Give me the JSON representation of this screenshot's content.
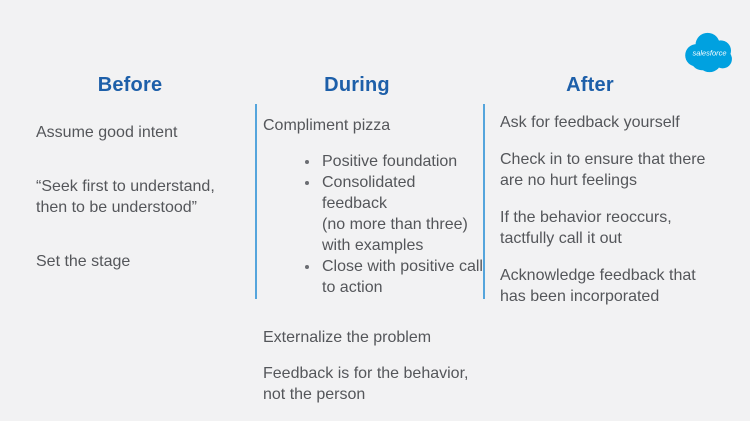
{
  "slide": {
    "description": "Feedback process slide with Before / During / After columns"
  },
  "logo": {
    "label": "salesforce"
  },
  "colors": {
    "background": "#f2f2f3",
    "heading_blue": "#1d5fa9",
    "body_text": "#54565a",
    "divider_blue": "#55a5dc",
    "logo_cloud_blue": "#00a1e0",
    "logo_text": "#ffffff"
  },
  "columns": [
    {
      "title": "Before",
      "blocks": [
        {
          "type": "p",
          "text": "Assume good intent"
        },
        {
          "type": "p",
          "text": "“Seek first to understand,\nthen to be understood”"
        },
        {
          "type": "p",
          "text": "Set the stage"
        }
      ]
    },
    {
      "title": "During",
      "blocks": [
        {
          "type": "p",
          "text": "Compliment pizza"
        },
        {
          "type": "ul",
          "items": [
            "Positive foundation",
            "Consolidated feedback\n(no more than three)\nwith examples",
            "Close with positive call\nto action"
          ]
        },
        {
          "type": "p",
          "text": "Externalize the problem"
        },
        {
          "type": "p",
          "text": "Feedback is for the behavior,\nnot the person"
        }
      ]
    },
    {
      "title": "After",
      "blocks": [
        {
          "type": "p",
          "text": "Ask for feedback yourself"
        },
        {
          "type": "p",
          "text": "Check in to ensure that there\nare no hurt feelings"
        },
        {
          "type": "p",
          "text": "If the behavior reoccurs,\ntactfully call it out"
        },
        {
          "type": "p",
          "text": "Acknowledge feedback that\nhas been incorporated"
        }
      ]
    }
  ]
}
